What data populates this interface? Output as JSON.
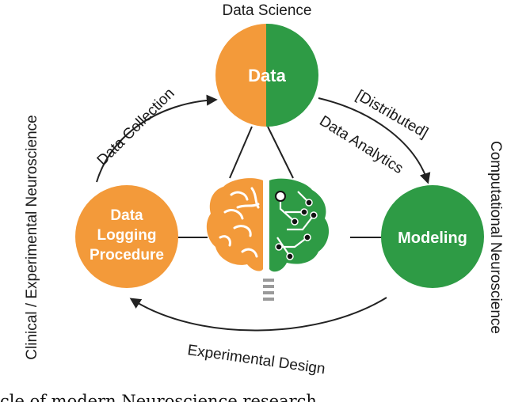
{
  "diagram": {
    "top_label": "Data Science",
    "left_label": "Clinical / Experimental Neuroscience",
    "right_label": "Computational Neuroscience",
    "nodes": {
      "data": "Data",
      "logging": [
        "Data",
        "Logging",
        "Procedure"
      ],
      "modeling": "Modeling"
    },
    "arrows": {
      "collection": "Data Collection",
      "analytics": [
        "[Distributed]",
        "Data Analytics"
      ],
      "design": "Experimental Design"
    },
    "caption": "cle of modern Neuroscience research."
  },
  "colors": {
    "orange": "#F39A3A",
    "green": "#2E9B45",
    "line": "#222222",
    "chip": "#9a9a9a"
  }
}
